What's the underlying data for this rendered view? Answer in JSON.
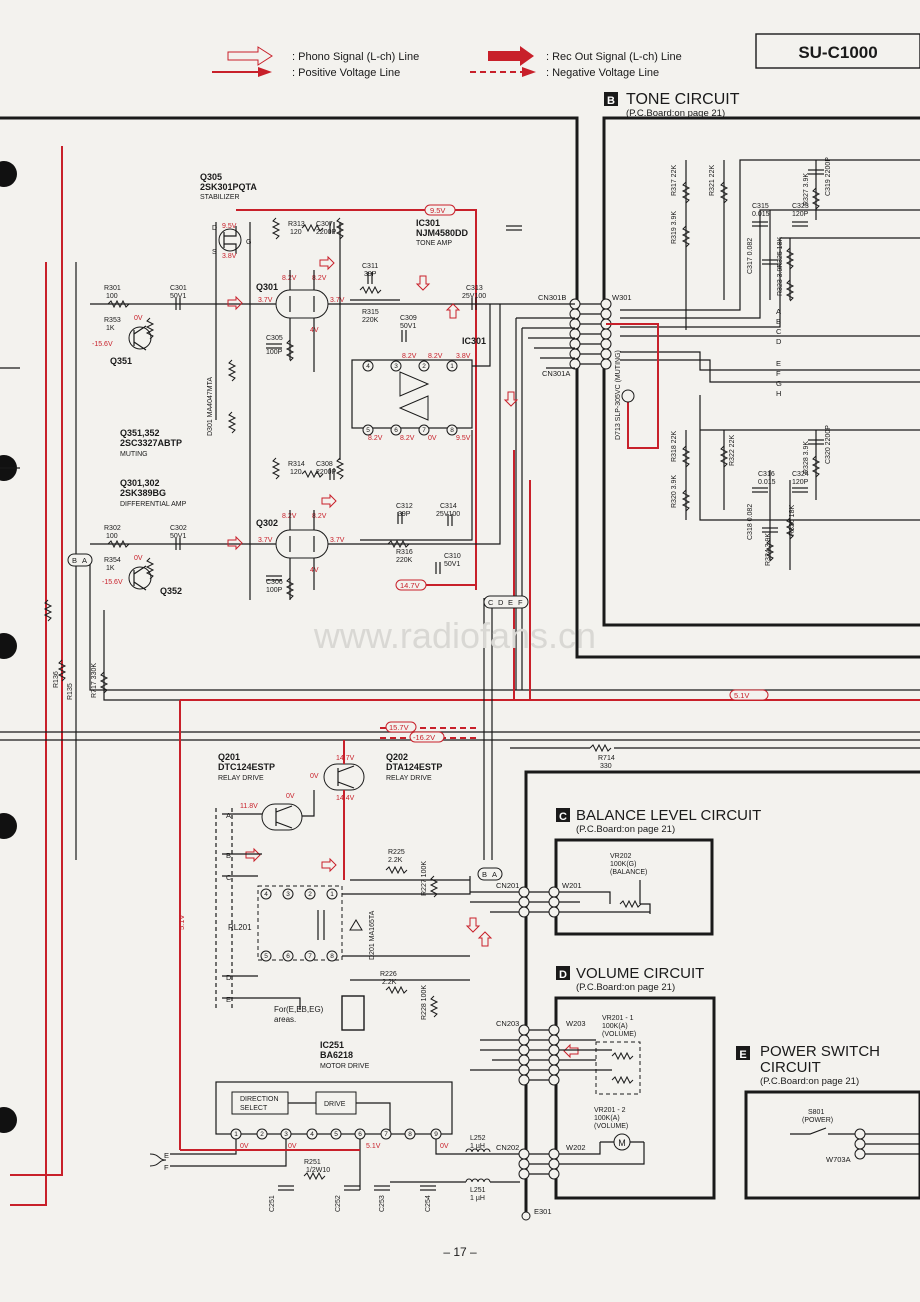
{
  "model": "SU-C1000",
  "page_number": "– 17 –",
  "watermark": "www.radiofans.cn",
  "legend": {
    "phono": ": Phono Signal (L-ch) Line",
    "positive": ": Positive Voltage Line",
    "rec_out": ": Rec Out Signal (L-ch) Line",
    "negative": ": Negative Voltage Line"
  },
  "blocks": {
    "tone": {
      "letter": "B",
      "title": "TONE CIRCUIT",
      "sub": "(P.C.Board:on page 21)"
    },
    "balance": {
      "letter": "C",
      "title": "BALANCE LEVEL CIRCUIT",
      "sub": "(P.C.Board:on page 21)"
    },
    "volume": {
      "letter": "D",
      "title": "VOLUME CIRCUIT",
      "sub": "(P.C.Board:on page 21)"
    },
    "power": {
      "letter": "E",
      "title1": "POWER SWITCH",
      "title2": "CIRCUIT",
      "sub": "(P.C.Board:on page 21)"
    }
  },
  "parts": {
    "q305": {
      "ref": "Q305",
      "type": "2SK301PQTA",
      "role": "STABILIZER"
    },
    "ic301": {
      "ref": "IC301",
      "type": "NJM4580DD",
      "role": "TONE AMP"
    },
    "q351": {
      "ref": "Q351,352",
      "type": "2SC3327ABTP",
      "role": "MUTING"
    },
    "q301": {
      "ref": "Q301,302",
      "type": "2SK389BG",
      "role": "DIFFERENTIAL AMP"
    },
    "q201": {
      "ref": "Q201",
      "type": "DTC124ESTP",
      "role": "RELAY DRIVE"
    },
    "q202": {
      "ref": "Q202",
      "type": "DTA124ESTP",
      "role": "RELAY DRIVE"
    },
    "ic251": {
      "ref": "IC251",
      "type": "BA6218",
      "role": "MOTOR DRIVE"
    },
    "d301": "D301 MA4047MTA",
    "d201": "D201 MA165TA",
    "d713": "D713 SLP-305VC (MUTING)"
  },
  "labels": {
    "q301": "Q301",
    "q302": "Q302",
    "q351": "Q351",
    "q352": "Q352",
    "ic301": "IC301",
    "cn301b": "CN301B",
    "cn301a": "CN301A",
    "w301": "W301",
    "cn201": "CN201",
    "w201": "W201",
    "cn203": "CN203",
    "w203": "W203",
    "cn202": "CN202",
    "w202": "W202",
    "w703a": "W703A",
    "e301": "E301",
    "rl201": "RL201",
    "for_areas": "For(E,EB,EG)",
    "areas": "areas.",
    "direction_select": "DIRECTION",
    "direction_select2": "SELECT",
    "drive": "DRIVE",
    "vr202": "VR202",
    "vr202_val": "100K(G)",
    "vr202_fn": "(BALANCE)",
    "vr201_1": "VR201 - 1",
    "vr201_1_val": "100K(A)",
    "vr201_1_fn": "(VOLUME)",
    "vr201_2": "VR201 - 2",
    "vr201_2_val": "100K(A)",
    "vr201_2_fn": "(VOLUME)",
    "s801": "S801",
    "s801_fn": "(POWER)",
    "r301": "R301",
    "r301v": "100",
    "c301": "C301",
    "c301v": "50V1",
    "r302": "R302",
    "r302v": "100",
    "c302": "C302",
    "c302v": "50V1",
    "r353": "R353",
    "r353v": "1K",
    "r354": "R354",
    "r354v": "1K",
    "r313": "R313",
    "r313v": "120",
    "c307": "C307",
    "c307v": "2200P",
    "r314": "R314",
    "r314v": "120",
    "c308": "C308",
    "c308v": "2200P",
    "c311": "C311",
    "c311v": "39P",
    "r315": "R315",
    "r315v": "220K",
    "c312": "C312",
    "c312v": "39P",
    "r316": "R316",
    "r316v": "220K",
    "c313": "C313",
    "c313v": "25V100",
    "c314": "C314",
    "c314v": "25V100",
    "c309": "C309",
    "c309v": "50V1",
    "c310": "C310",
    "c310v": "50V1",
    "c305": "C305",
    "c305v": "100P",
    "c306": "C306",
    "c306v": "100P",
    "r714": "R714",
    "r714v": "330",
    "r225": "R225",
    "r225v": "2.2K",
    "r226": "R226",
    "r226v": "2.2K",
    "r227": "R227 100K",
    "r228": "R228 100K",
    "l252": "L252",
    "l252v": "1 µH",
    "l251": "L251",
    "l251v": "1 µH",
    "r251": "R251",
    "r251v": "1/2W10",
    "r136": "R136",
    "r135": "R135",
    "r717": "R717 330K",
    "c315": "C315",
    "c315v": "0.015",
    "c323": "C323",
    "c323v": "120P",
    "c316": "C316",
    "c316v": "0.015",
    "c324": "C324",
    "c324v": "120P",
    "c319": "C319 2200P",
    "c320": "C320 2200P",
    "r317": "R317 22K",
    "r318": "R318 22K",
    "r319": "R319 3.9K",
    "r320": "R320 3.9K",
    "r321": "R321 22K",
    "r322": "R322 22K",
    "r325": "R325 18K",
    "r326": "R326 18K",
    "r327": "R327 3.9K",
    "r328": "R328 3.9K",
    "r323": "R323 3.9K",
    "r324": "R324 3.9K",
    "c317": "C317 0.082",
    "c318": "C318 0.082",
    "port_a": "A",
    "port_b": "B",
    "port_c": "C",
    "port_d": "D",
    "port_e": "E",
    "port_f": "F",
    "port_g": "G",
    "port_h": "H"
  },
  "voltages": {
    "v95a": "9.5V",
    "v38a": "3.8V",
    "v82a": "8.2V",
    "v82b": "8.2V",
    "v37a": "3.7V",
    "v37b": "3.7V",
    "v4a": "4V",
    "v0a": "0V",
    "v156a": "-15.6V",
    "v0b": "0V",
    "v156b": "-15.6V",
    "v82c": "8.2V",
    "v82d": "8.2V",
    "v38b": "3.8V",
    "v82e": "8.2V",
    "v82f": "8.2V",
    "v0c": "0V",
    "v95b": "9.5V",
    "v82g": "8.2V",
    "v82h": "8.2V",
    "v37c": "3.7V",
    "v37d": "3.7V",
    "v4b": "4V",
    "v95top": "9.5V",
    "v147": "14.7V",
    "v51a": "5.1V",
    "v157": "15.7V",
    "v162": "-16.2V",
    "v147b": "14.7V",
    "v144": "14.4V",
    "v0d": "0V",
    "v118": "11.8V",
    "v0e": "0V",
    "v51b": "5.1V",
    "v0f": "0V",
    "v0g": "0V",
    "v0h": "0V",
    "v51c": "5.1V"
  },
  "colors": {
    "signal_red": "#c8202a",
    "ink": "#1a1a1a",
    "paper": "#f3f2ee"
  }
}
